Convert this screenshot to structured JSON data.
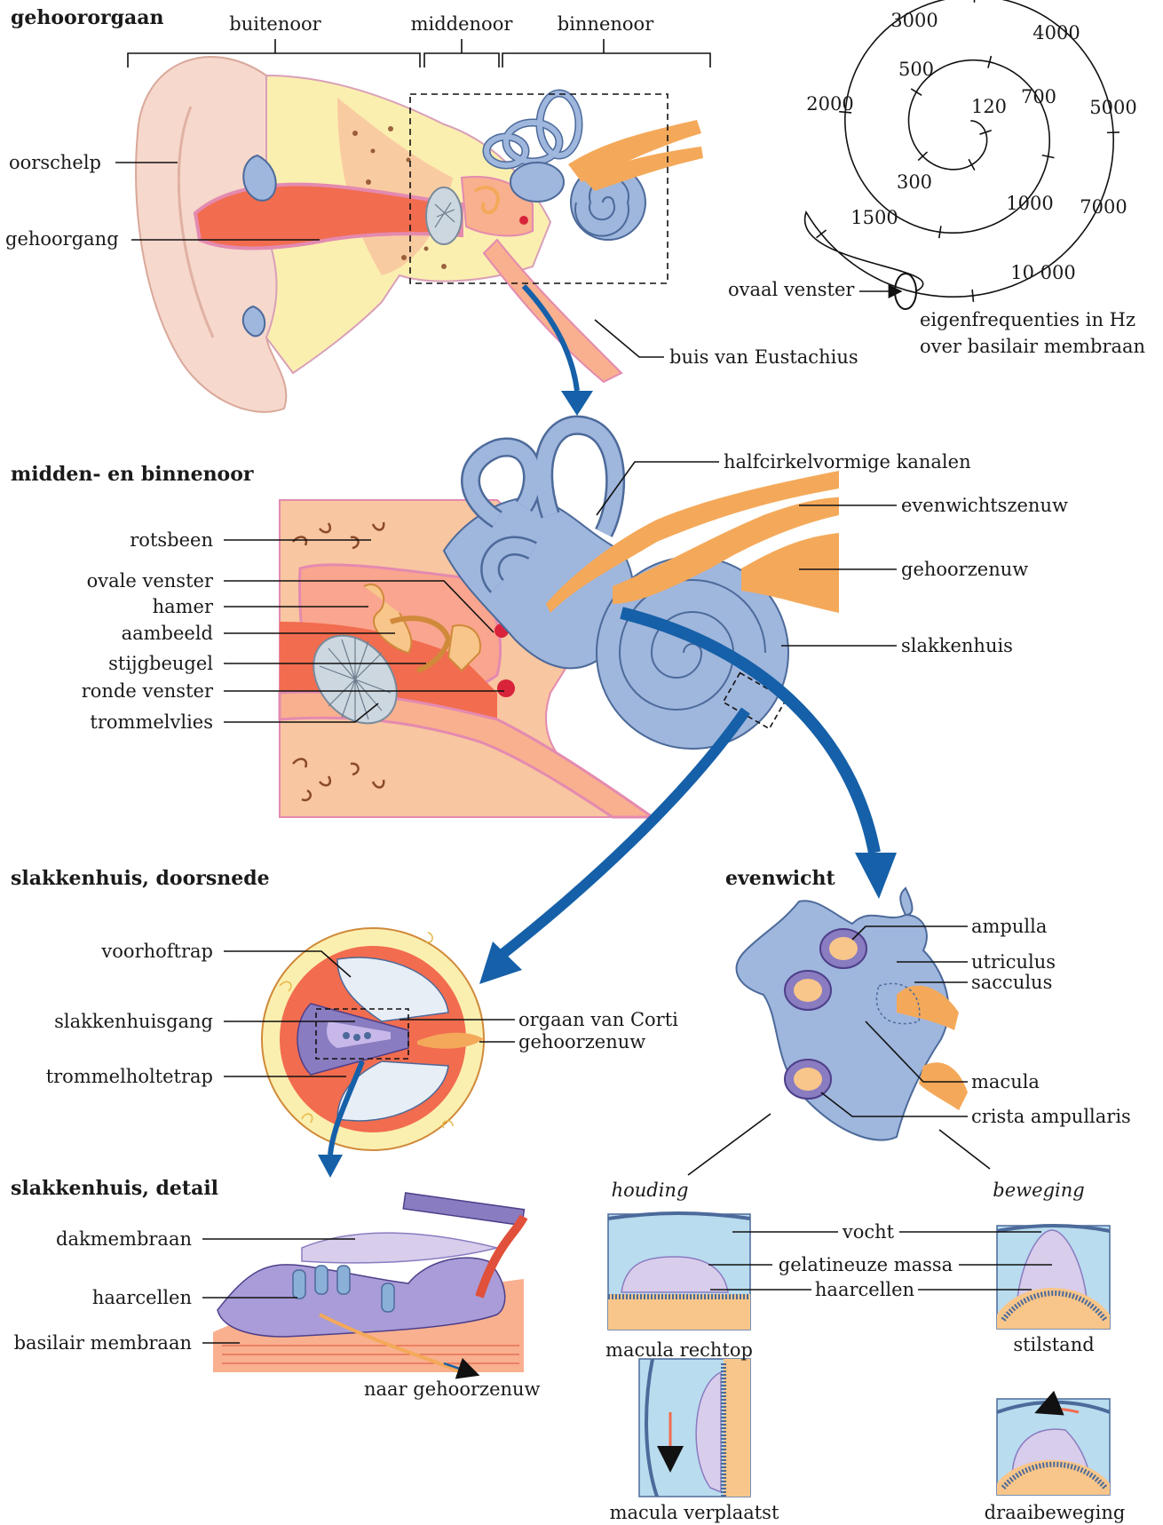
{
  "sections": {
    "outer": "gehoororgaan",
    "middle": "midden- en binnenoor",
    "cochlea_section": "slakkenhuis, doorsnede",
    "cochlea_detail": "slakkenhuis, detail",
    "balance": "evenwicht"
  },
  "brackets": {
    "outer": "buitenoor",
    "middle": "middenoor",
    "inner": "binnenoor"
  },
  "ear_labels": {
    "pinna": "oorschelp",
    "canal": "gehoorgang",
    "eustachian": "buis van Eustachius"
  },
  "spiral": {
    "frequencies": [
      "3000",
      "4000",
      "500",
      "2000",
      "700",
      "5000",
      "120",
      "300",
      "1500",
      "1000",
      "7000",
      "10 000"
    ],
    "oval_window": "ovaal venster",
    "caption_1": "eigenfrequenties in Hz",
    "caption_2": "over basilair membraan"
  },
  "middle_labels": {
    "rotsbeen": "rotsbeen",
    "ovale_venster": "ovale venster",
    "hamer": "hamer",
    "aambeeld": "aambeeld",
    "stijgbeugel": "stijgbeugel",
    "ronde_venster": "ronde venster",
    "trommelvlies": "trommelvlies",
    "kanalen": "halfcirkelvormige kanalen",
    "evenwichtszenuw": "evenwichtszenuw",
    "gehoorzenuw": "gehoorzenuw",
    "slakkenhuis": "slakkenhuis"
  },
  "section_labels": {
    "voorhoftrap": "voorhoftrap",
    "slakkenhuisgang": "slakkenhuisgang",
    "trommelholtetrap": "trommelholtetrap",
    "corti": "orgaan van Corti",
    "gehoorzenuw": "gehoorzenuw"
  },
  "detail_labels": {
    "dakmembraan": "dakmembraan",
    "haarcellen": "haarcellen",
    "basilair": "basilair membraan",
    "naar": "naar gehoorzenuw"
  },
  "balance_labels": {
    "ampulla": "ampulla",
    "utriculus": "utriculus",
    "sacculus": "sacculus",
    "macula": "macula",
    "crista": "crista ampullaris",
    "houding": "houding",
    "beweging": "beweging",
    "vocht": "vocht",
    "gelatineuze": "gelatineuze massa",
    "haarcellen": "haarcellen",
    "macula_rechtop": "macula rechtop",
    "stilstand": "stilstand",
    "macula_verplaatst": "macula verplaatst",
    "draaibeweging": "draaibeweging"
  },
  "colors": {
    "skin": "#f6d8cc",
    "bone": "#fbefb0",
    "tissue": "#f8c6a0",
    "canal_red": "#f26c4f",
    "inner_blue": "#9fb6dd",
    "nerve_orange": "#f4a95a",
    "arrow_blue": "#1560a8",
    "membrane_purple": "#8a7cc0",
    "fluid_blue": "#b9dcef"
  }
}
